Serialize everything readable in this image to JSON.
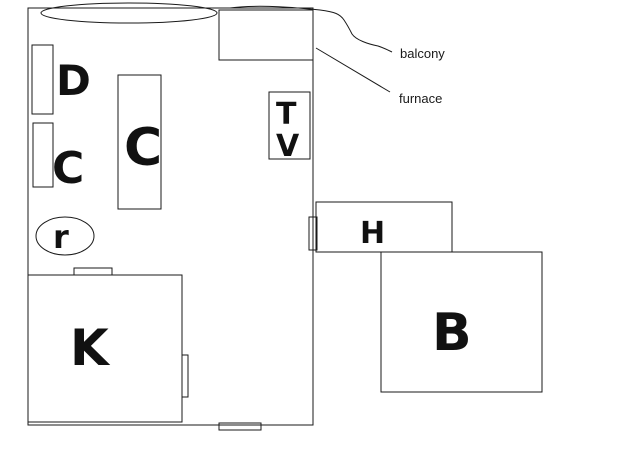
{
  "plan": {
    "labels": {
      "balcony": "balcony",
      "furnace": "furnace"
    },
    "rooms": {
      "d": "D",
      "c_left": "C",
      "c_center": "C",
      "tv_top": "T",
      "tv_bottom": "V",
      "round_item": "r",
      "kitchen": "K",
      "hallway": "H",
      "bedroom": "B"
    },
    "colors": {
      "line": "#1a1a1a",
      "ink": "#111111",
      "background": "#ffffff"
    }
  }
}
